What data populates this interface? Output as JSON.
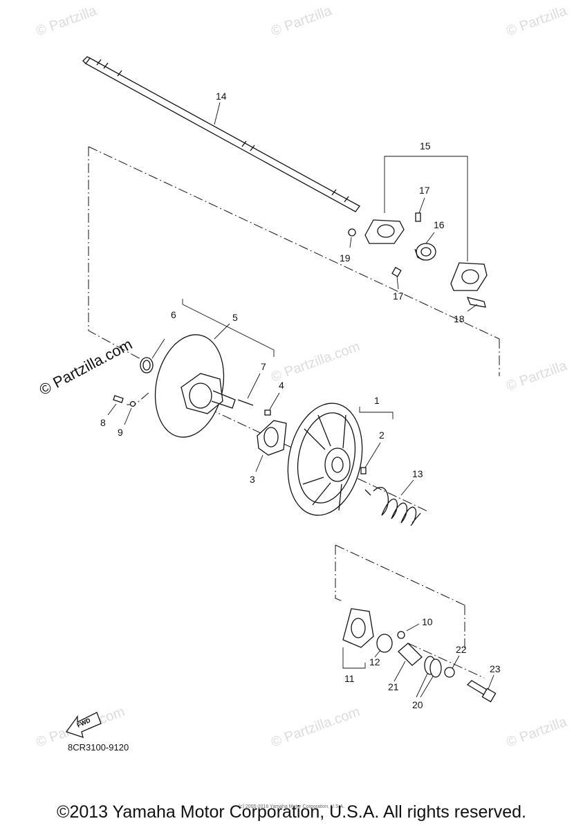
{
  "watermark": {
    "text": "© Partzilla.com",
    "short_text": "© Partzilla"
  },
  "callouts": [
    "14",
    "15",
    "17",
    "16",
    "19",
    "17",
    "18",
    "6",
    "5",
    "7",
    "4",
    "1",
    "8",
    "9",
    "2",
    "3",
    "13",
    "10",
    "22",
    "11",
    "12",
    "21",
    "23",
    "20"
  ],
  "drawing_code": "8CR3100-9120",
  "fwd_label": "FWD",
  "copyright_small": "(c) 2005-2016 Yamaha Motor Corporation, U.S.A.",
  "footer": "©2013 Yamaha Motor Corporation, U.S.A. All rights reserved.",
  "colors": {
    "line": "#111111",
    "watermark": "#dcdcdc",
    "background": "#ffffff"
  }
}
